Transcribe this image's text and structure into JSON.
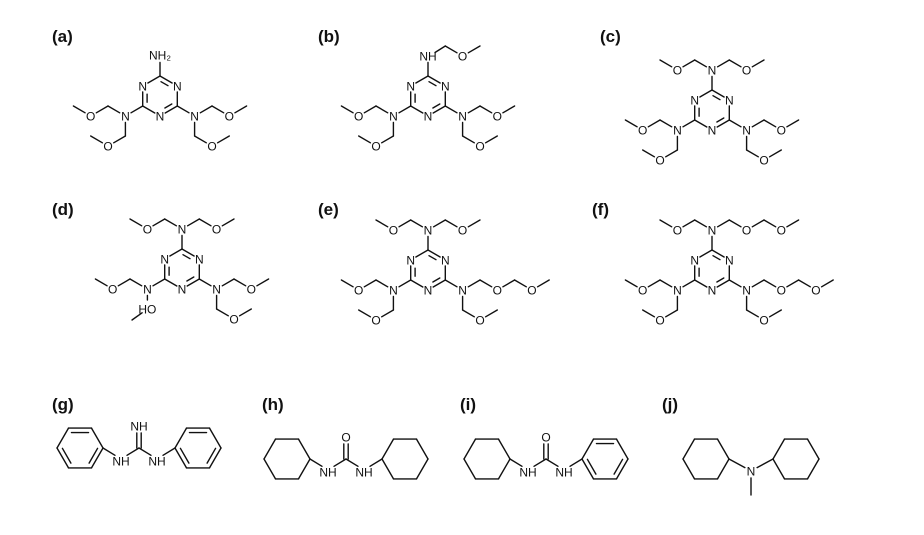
{
  "panels": [
    {
      "label": "(a)"
    },
    {
      "label": "(b)"
    },
    {
      "label": "(c)"
    },
    {
      "label": "(d)"
    },
    {
      "label": "(e)"
    },
    {
      "label": "(f)"
    },
    {
      "label": "(g)"
    },
    {
      "label": "(h)"
    },
    {
      "label": "(i)"
    },
    {
      "label": "(j)"
    }
  ],
  "atoms": {
    "nitrogen": "N",
    "oxygen": "O",
    "amine": "NH",
    "amino": "NH₂",
    "hydroxyl": "HO",
    "imine": "NH"
  }
}
